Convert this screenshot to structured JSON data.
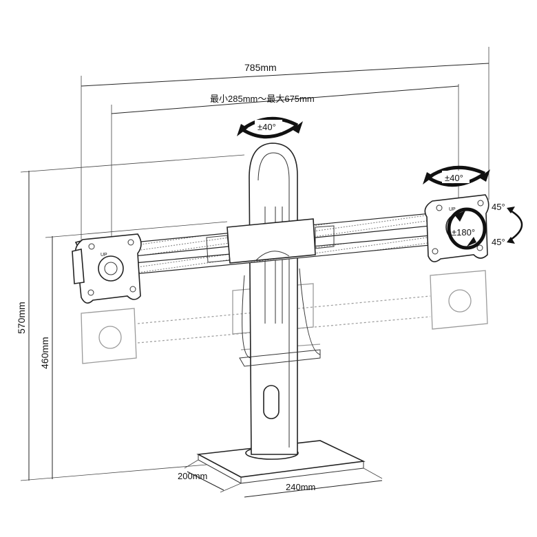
{
  "dimensions": {
    "total_width": "785mm",
    "pitch_range": "最小285mm～最大675mm",
    "height_max": "570mm",
    "height_min": "460mm",
    "base_depth": "200mm",
    "base_width": "240mm"
  },
  "rotation": {
    "pole_swivel": "±40°",
    "head_swivel": "±40°",
    "rotate": "±180°",
    "tilt_up": "45°",
    "tilt_down": "45°"
  },
  "vesa": {
    "left_up": "UP",
    "right_up": "UP"
  }
}
